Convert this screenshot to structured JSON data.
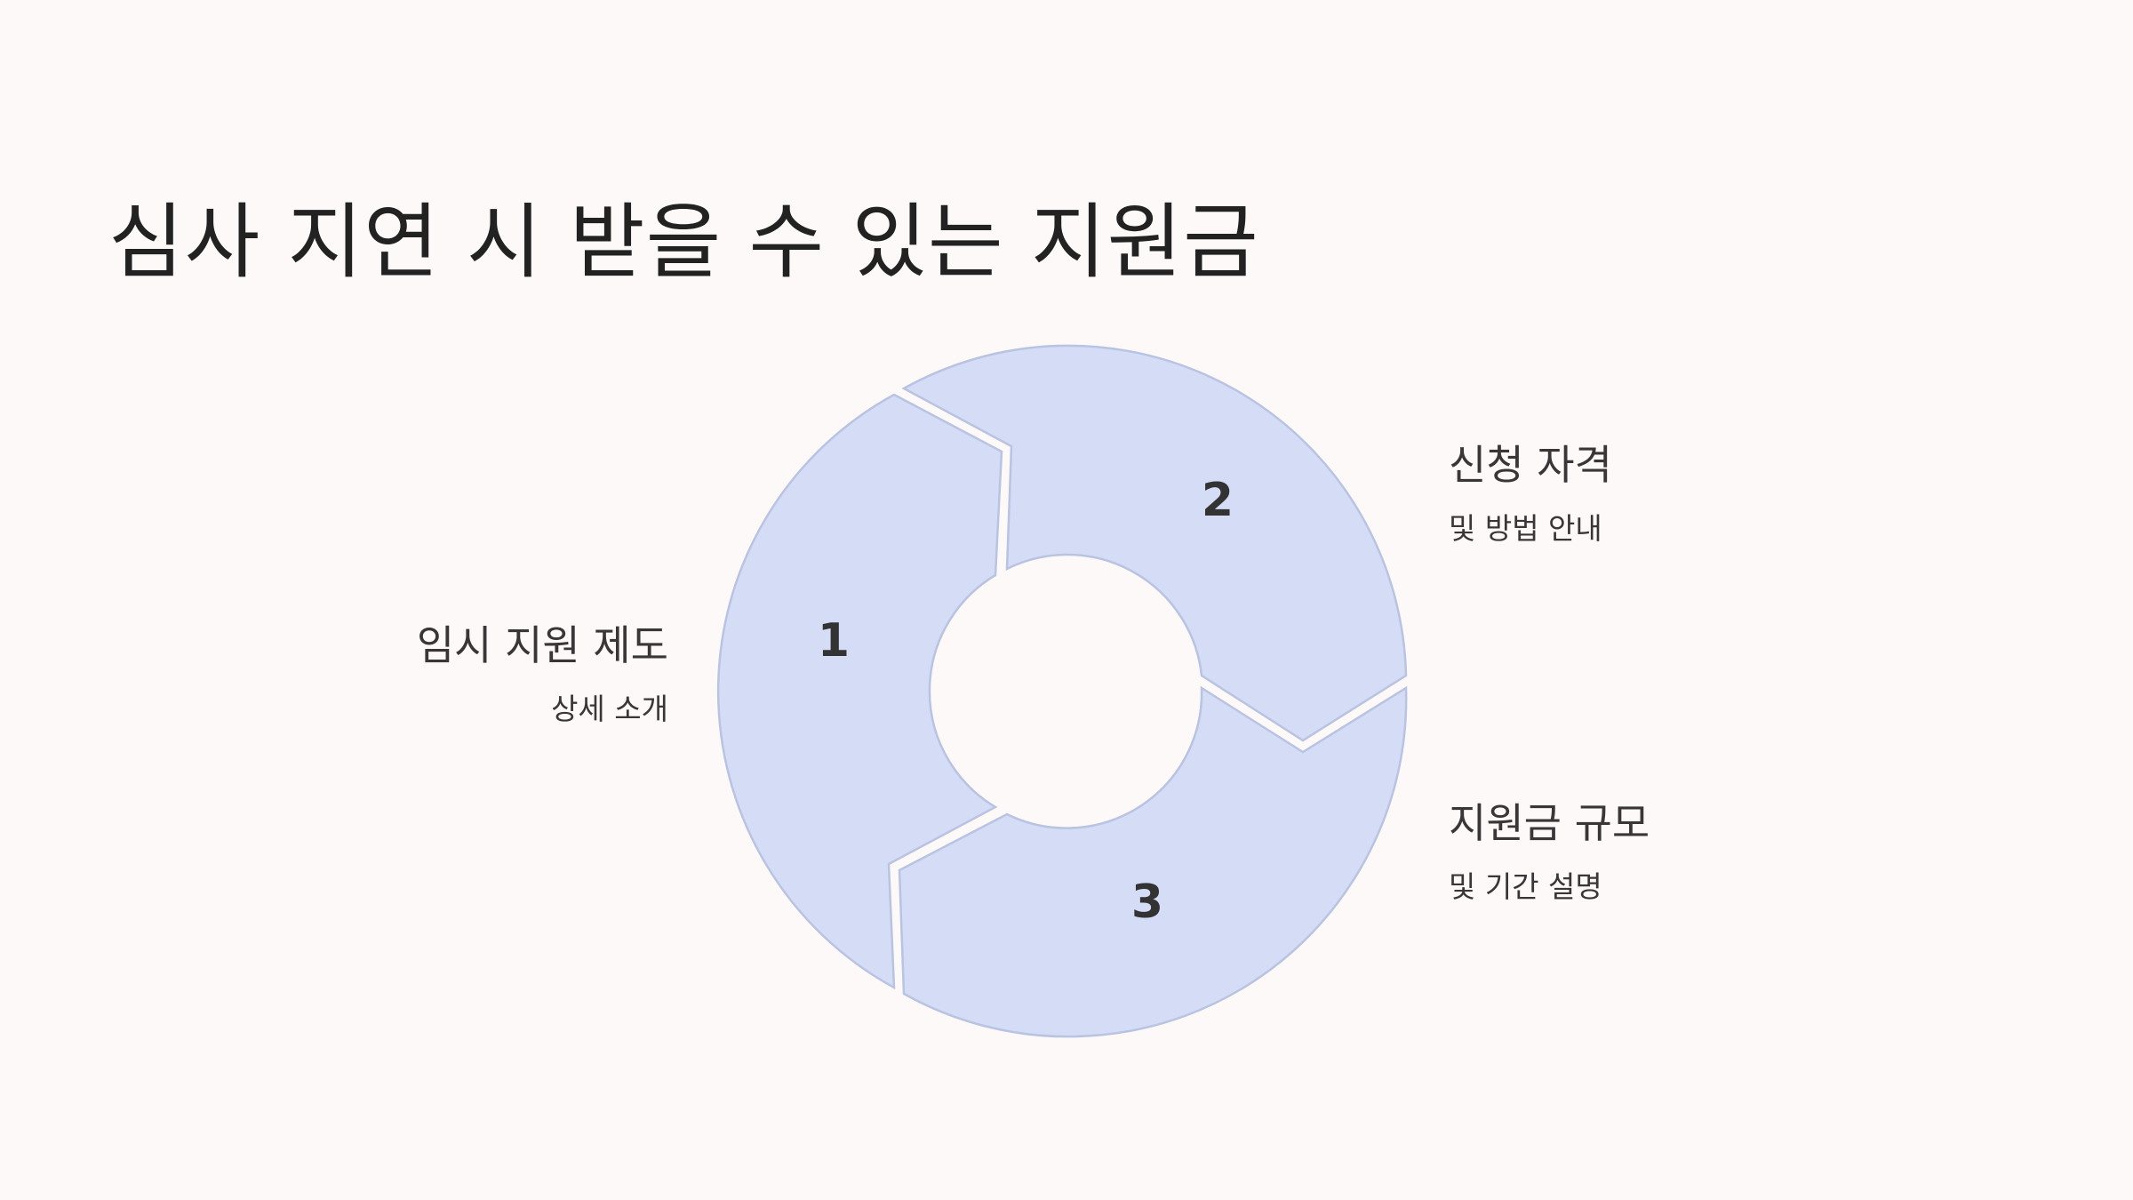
{
  "title": "심사 지연 시 받을 수 있는 지원금",
  "colors": {
    "background": "#fdf9f8",
    "segment_fill": "#d4ddf5",
    "segment_stroke": "#b9c3e2",
    "text": "#3a3536"
  },
  "steps": [
    {
      "number": "1",
      "heading": "임시 지원 제도",
      "subtext": "상세 소개"
    },
    {
      "number": "2",
      "heading": "신청 자격",
      "subtext": "및 방법 안내"
    },
    {
      "number": "3",
      "heading": "지원금 규모",
      "subtext": "및 기간 설명"
    }
  ]
}
